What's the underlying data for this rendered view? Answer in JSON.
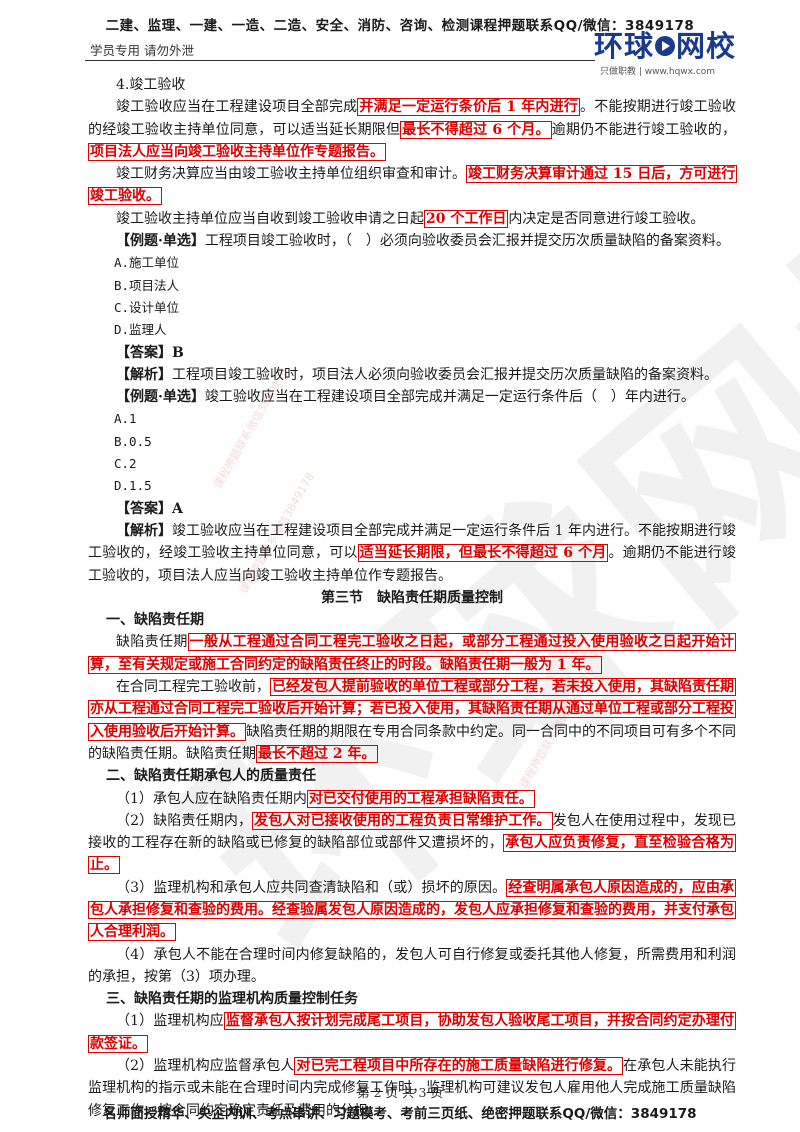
{
  "header": {
    "ad_line": "二建、监理、一建、一造、二造、安全、消防、咨询、检测课程押题联系QQ/微信：3849178",
    "left_note": "学员专用 请勿外泄",
    "logo_main_a": "环球",
    "logo_main_b": "网校",
    "logo_sub": "只做职教 | www.hqwx.com"
  },
  "watermark": {
    "big": "环球网校",
    "small_1": "课程押题联系微信3849178",
    "small_2": "课程押题联系微信3849178",
    "small_3": "课程押题联系微信3849178"
  },
  "s4": {
    "title": "4.竣工验收",
    "p1_a": "竣工验收应当在工程建设项目全部完成",
    "p1_hl1": "并满足一定运行条价后 1 年内进行",
    "p1_b": "。不能按期进行竣工验收的经竣工验收主持单位同意，可以适当延长期限但",
    "p1_hl2": "最长不得超过 6 个月。",
    "p1_c": "逾期仍不能进行竣工验收的，",
    "p1_hl3": "项目法人应当向竣工验收主持单位作专题报告。",
    "p2_a": "竣工财务决算应当由竣工验收主持单位组织审查和审计。",
    "p2_hl": "竣工财务决算审计通过 15 日后，方可进行竣工验收。",
    "p3_a": "竣工验收主持单位应当自收到竣工验收申请之日起",
    "p3_hl": "20 个工作日",
    "p3_b": "内决定是否同意进行竣工验收。"
  },
  "q1": {
    "tag": "【例题·单选】",
    "stem": "工程项目竣工验收时，（　）必须向验收委员会汇报并提交历次质量缺陷的备案资料。",
    "options": [
      "A.施工单位",
      "B.项目法人",
      "C.设计单位",
      "D.监理人"
    ],
    "answer_tag": "【答案】",
    "answer": "B",
    "analysis_tag": "【解析】",
    "analysis": "工程项目竣工验收时，项目法人必须向验收委员会汇报并提交历次质量缺陷的备案资料。"
  },
  "q2": {
    "tag": "【例题·单选】",
    "stem": "竣工验收应当在工程建设项目全部完成并满足一定运行条件后（　）年内进行。",
    "options": [
      "A.1",
      "B.0.5",
      "C.2",
      "D.1.5"
    ],
    "answer_tag": "【答案】",
    "answer": "A",
    "analysis_tag": "【解析】",
    "analysis_a": "竣工验收应当在工程建设项目全部完成并满足一定运行条件后 1 年内进行。不能按期进行竣工验收的，经竣工验收主持单位同意，可以",
    "analysis_hl": "适当延长期限，但最长不得超过 6 个月",
    "analysis_b": "。逾期仍不能进行竣工验收的，项目法人应当向竣工验收主持单位作专题报告。"
  },
  "section3": {
    "title": "第三节　缺陷责任期质量控制",
    "h1": "一、缺陷责任期",
    "p1_a": "缺陷责任期",
    "p1_hl": "一般从工程通过合同工程完工验收之日起，或部分工程通过投入使用验收之日起开始计算，至有关规定或施工合同约定的缺陷责任终止的时段。缺陷责任期一般为 1 年。",
    "p2_a": "在合同工程完工验收前，",
    "p2_hl": "已经发包人提前验收的单位工程或部分工程，若未投入使用，其缺陷责任期亦从工程通过合同工程完工验收后开始计算；若已投入使用，其缺陷责任期从通过单位工程或部分工程投入使用验收后开始计算。",
    "p2_b": "缺陷责任期的期限在专用合同条款中约定。同一合同中的不同项目可有多个不同的缺陷责任期。缺陷责任期",
    "p2_hl2": "最长不超过 2 年。",
    "h2": "二、缺陷责任期承包人的质量责任",
    "i1_a": "（1）承包人应在缺陷责任期内",
    "i1_hl": "对已交付使用的工程承担缺陷责任。",
    "i2_a": "（2）缺陷责任期内，",
    "i2_hl": "发包人对已接收使用的工程负责日常维护工作。",
    "i2_b": "发包人在使用过程中，发现已接收的工程存在新的缺陷或已修复的缺陷部位或部件又遭损坏的，",
    "i2_hl2": "承包人应负责修复，直至检验合格为止。",
    "i3_a": "（3）监理机构和承包人应共同查清缺陷和（或）损坏的原因。",
    "i3_hl": "经查明属承包人原因造成的，应由承包人承担修复和查验的费用。经查验属发包人原因造成的，发包人应承担修复和查验的费用，并支付承包人合理利润。",
    "i4": "（4）承包人不能在合理时间内修复缺陷的，发包人可自行修复或委托其他人修复，所需费用和利润的承担，按第（3）项办理。",
    "h3": "三、缺陷责任期的监理机构质量控制任务",
    "j1_a": "（1）监理机构应",
    "j1_hl": "监督承包人按计划完成尾工项目，协助发包人验收尾工项目，并按合同约定办理付款签证。",
    "j2_a": "（2）监理机构应监督承包人",
    "j2_hl": "对已完工程项目中所存在的施工质量缺陷进行修复。",
    "j2_b": "在承包人未能执行监理机构的指示或未能在合理时间内完成修复工作时，监理机构可建议发包人雇用他人完成施工质量缺陷修复工作，按合同约定确定责任及费用的分担。"
  },
  "footer": {
    "page": "第 2 页 共 3 页",
    "ad_line": "名师面授精华、央企内训、考点串讲、习题模考、考前三页纸、绝密押题联系QQ/微信：3849178"
  },
  "colors": {
    "highlight": "#e00000",
    "logo": "#1a3a8c"
  }
}
